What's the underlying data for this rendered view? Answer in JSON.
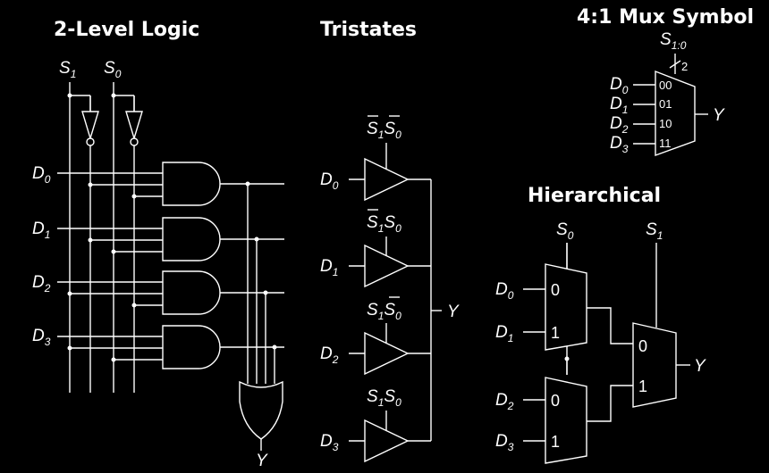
{
  "titles": {
    "two_level": "2-Level Logic",
    "tristates": "Tristates",
    "mux_symbol": "4:1 Mux Symbol",
    "hierarchical": "Hierarchical"
  },
  "signals": {
    "S": "S",
    "D": "D",
    "Y": "Y",
    "idx0": "0",
    "idx1": "1",
    "idx2": "2",
    "idx3": "3",
    "sel_range": "1:0",
    "bus_width": "2"
  },
  "mux_symbol_codes": [
    "00",
    "01",
    "10",
    "11"
  ],
  "mux_inputs": {
    "zero": "0",
    "one": "1"
  },
  "colors": {
    "background": "#000000",
    "foreground": "#ffffff"
  }
}
